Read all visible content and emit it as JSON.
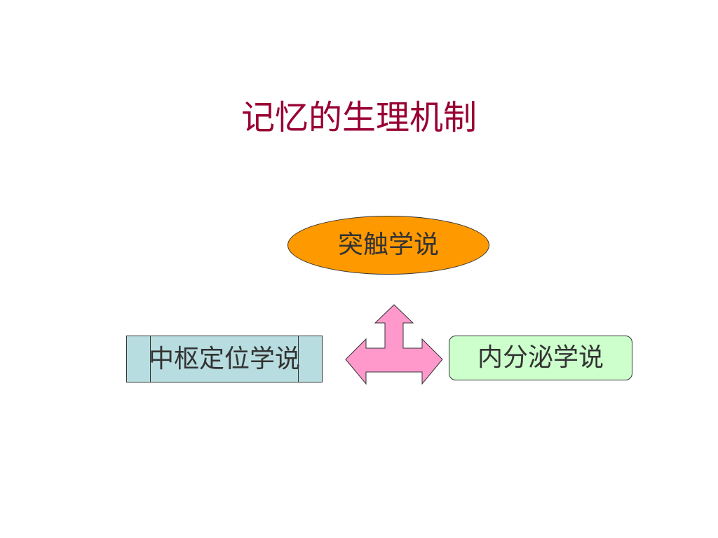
{
  "slide": {
    "title": "记忆的生理机制"
  },
  "diagram": {
    "top_node": "突触学说",
    "left_node": "中枢定位学说",
    "right_node": "内分泌学说",
    "colors": {
      "title": "#990033",
      "top_node_fill": "#ff9900",
      "left_node_fill": "#b8dde0",
      "right_node_fill": "#ccffcc",
      "arrow_fill": "#ff99cc"
    },
    "connector_icon": "three-way-arrow-icon"
  }
}
